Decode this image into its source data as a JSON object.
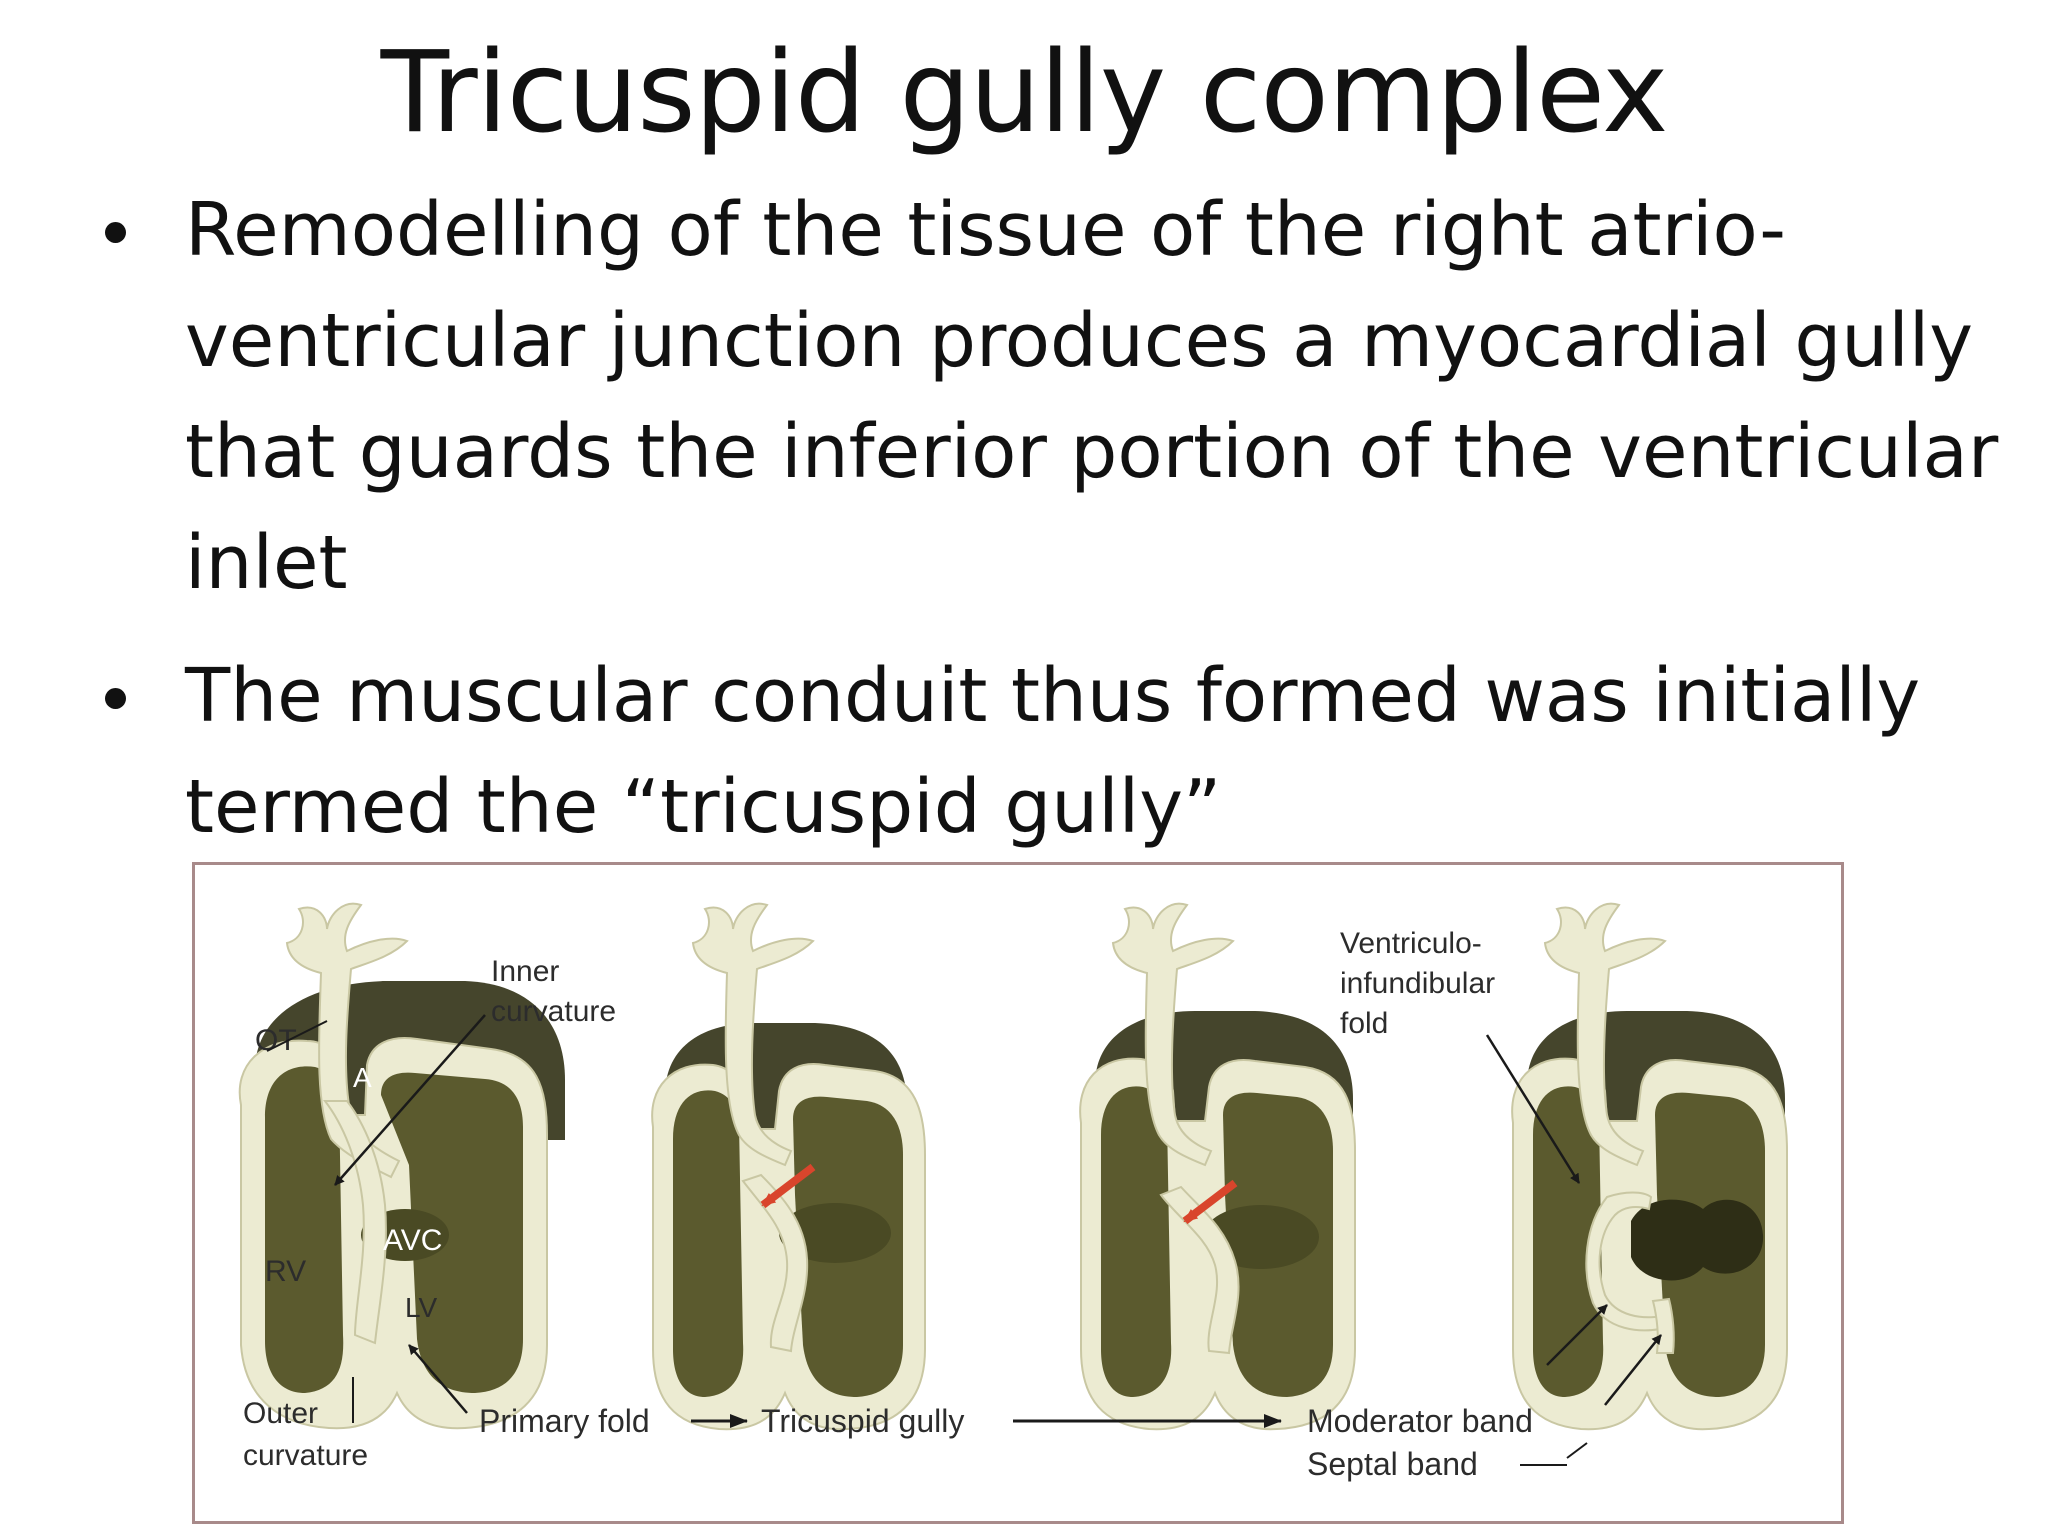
{
  "title": "Tricuspid gully complex",
  "bullets": [
    "Remodelling of the tissue of the right atrio-ventricular junction produces a myocardial gully that guards the inferior portion of the ventricular inlet",
    "The muscular conduit thus formed was initially termed the “tricuspid gully”"
  ],
  "figure": {
    "labels": {
      "ot": "OT",
      "a": "A",
      "avc": "AVC",
      "rv": "RV",
      "lv": "LV",
      "inner_curvature_1": "Inner",
      "inner_curvature_2": "curvature",
      "outer_curvature_1": "Outer",
      "outer_curvature_2": "curvature",
      "primary_fold": "Primary fold",
      "tricuspid_gully": "Tricuspid gully",
      "vif_1": "Ventriculo-",
      "vif_2": "infundibular",
      "vif_3": "fold",
      "moderator_band": "Moderator band",
      "septal_band": "Septal band"
    },
    "colors": {
      "myocardium": "#ecebd2",
      "cavity": "#5b5a2e",
      "atrium": "#45452c",
      "arrow_red": "#d9452c",
      "frame": "#a88a8a"
    }
  }
}
